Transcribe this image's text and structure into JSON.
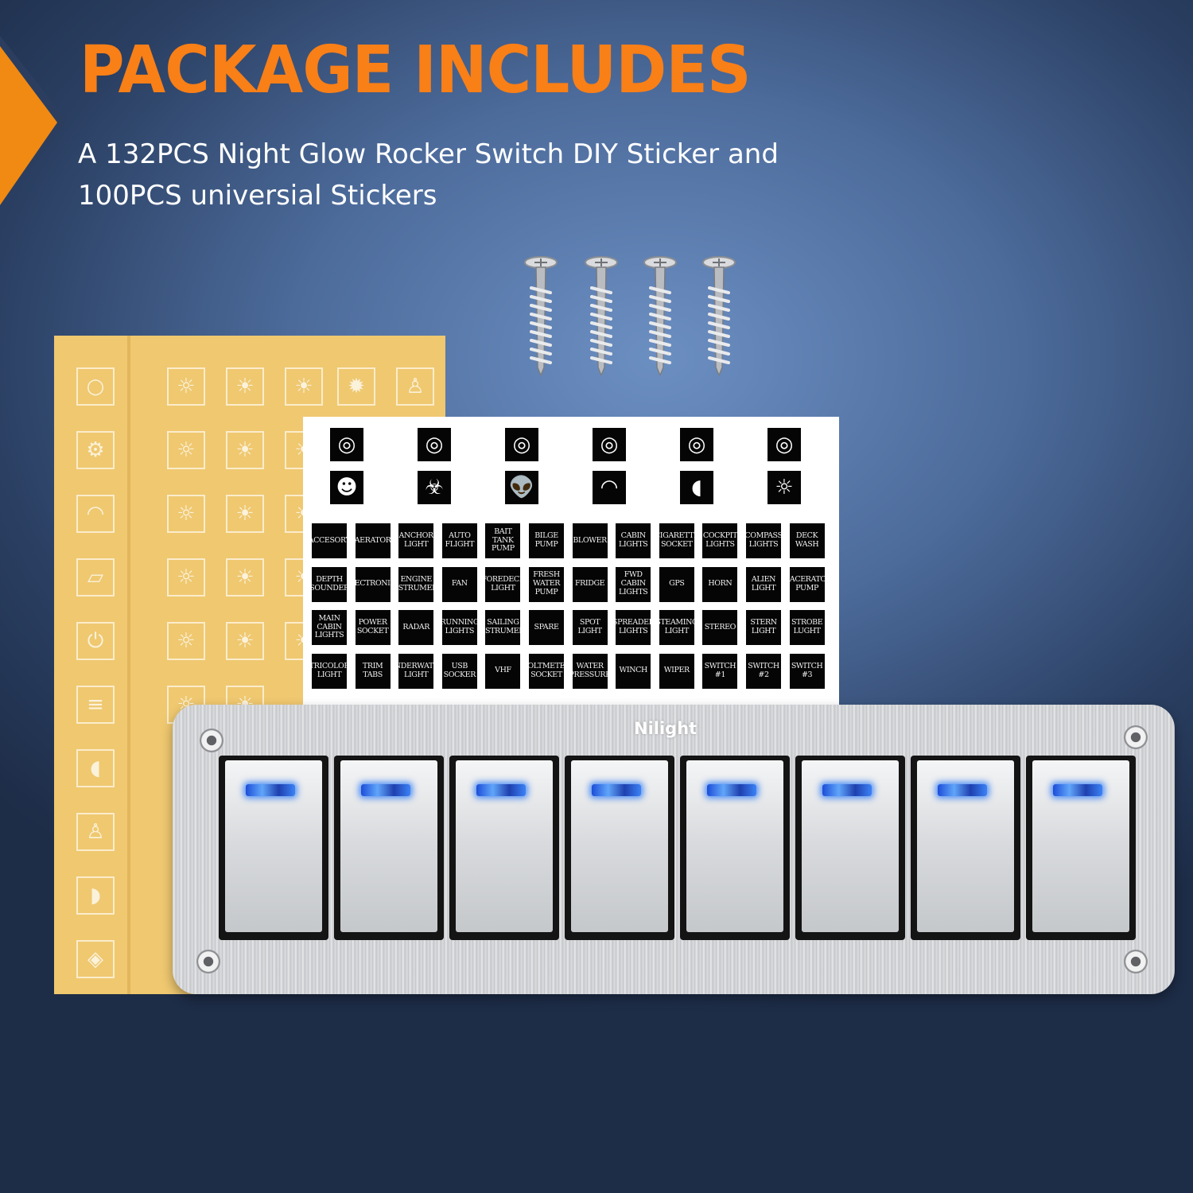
{
  "header": {
    "title": "PACKAGE INCLUDES",
    "subtitle": "A 132PCS Night Glow Rocker Switch DIY Sticker and 100PCS universial Stickers"
  },
  "colors": {
    "accent": "#f97f17",
    "background": "#4d6c9c",
    "sheet_yellow": "#efc870",
    "led_blue": "#3b82f6"
  },
  "panel": {
    "brand": "Nilight",
    "switch_count": 8
  },
  "sticker_labels": [
    [
      "ACCESORY",
      "AERATOR",
      "ANCHOR LIGHT",
      "AUTO FLIGHT",
      "BAIT TANK PUMP",
      "BILGE PUMP",
      "BLOWER",
      "CABIN LIGHTS",
      "CIGARETTE SOCKET",
      "COCKPIT LIGHTS",
      "COMPASS LIGHTS",
      "DECK WASH"
    ],
    [
      "DEPTH SOUNDER",
      "ELECTRONICE",
      "ENGINE INSTRUMENT",
      "FAN",
      "FOREDECK LIGHT",
      "FRESH WATER PUMP",
      "FRIDGE",
      "FWD CABIN LIGHTS",
      "GPS",
      "HORN",
      "ALIEN LIGHT",
      "MACERATOR PUMP"
    ],
    [
      "MAIN CABIN LIGHTS",
      "POWER SOCKET",
      "RADAR",
      "RUNNING LIGHTS",
      "SAILING INSTRUMENT",
      "SPARE",
      "SPOT LIGHT",
      "SPREADER LIGHTS",
      "STEAMING LIGHT",
      "STEREO",
      "STERN LIGHT",
      "STROBE LUGHT"
    ],
    [
      "TRICOLOR LIGHT",
      "TRIM TABS",
      "UNDERWATER LIGHT",
      "USB SOCKER",
      "VHF",
      "VOLTMETER SOCKET",
      "WATER PRESSURE",
      "WINCH",
      "WIPER",
      "SWITCH #1",
      "SWITCH #2",
      "SWITCH #3"
    ]
  ],
  "sticker_icons": [
    "target-icon",
    "target-icon",
    "target-icon",
    "target-icon",
    "target-icon",
    "target-icon",
    "mascot-icon",
    "biohazard-icon",
    "alien-icon",
    "wiper-icon",
    "fog-light-icon",
    "dome-light-icon"
  ],
  "yellow_icons_left": [
    "bulb-icon",
    "engine-icon",
    "wiper-icon",
    "window-icon",
    "power-icon",
    "headlight-icon",
    "fog-light-icon",
    "beacon-icon",
    "high-beam-icon",
    "hazard-icon"
  ]
}
